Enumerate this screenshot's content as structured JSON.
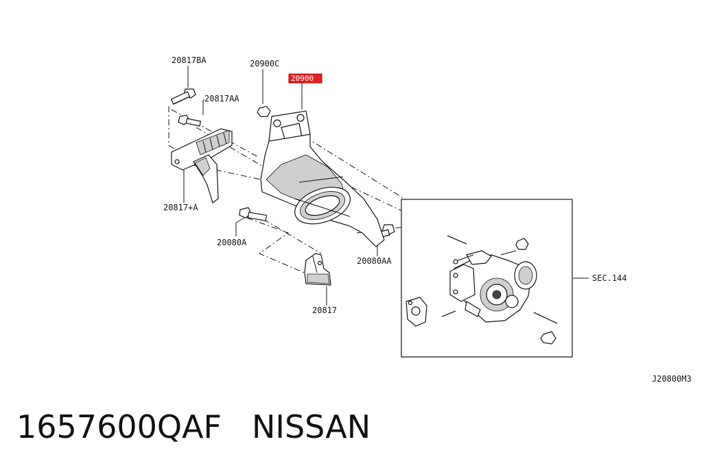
{
  "diagram": {
    "callouts": {
      "c20817BA": "20817BA",
      "c20817AA": "20817AA",
      "c20900C": "20900C",
      "c20900": "20900",
      "c20817A": "20817+A",
      "c20080A": "20080A",
      "c20080AA": "20080AA",
      "c20817": "20817",
      "sec144": "SEC.144"
    },
    "diagram_code": "J20800M3",
    "highlight_color": "#e02020"
  },
  "footer": {
    "part_number": "1657600QAF",
    "brand": "NISSAN"
  }
}
